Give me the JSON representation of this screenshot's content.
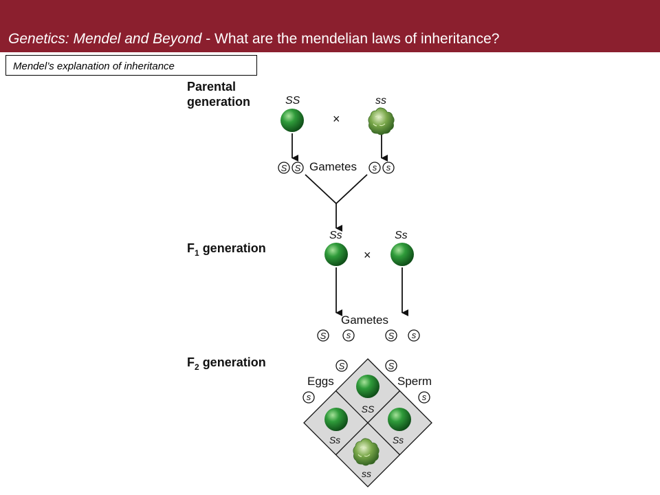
{
  "header": {
    "title_italic": "Genetics: Mendel and Beyond",
    "separator": " - ",
    "title_plain": "What are the mendelian laws of inheritance?"
  },
  "subtitle": "Mendel’s explanation of inheritance",
  "colors": {
    "header_bg": "#8b1f2e",
    "seed_green": "#1f8a2c",
    "wrinkled_green": "#5f8f3a",
    "punnett_fill": "#d9d9d9"
  },
  "diagram": {
    "parental_label_1": "Parental",
    "parental_label_2": "generation",
    "parent_left_genotype": "SS",
    "parent_right_genotype": "ss",
    "cross_symbol": "×",
    "gametes_label": "Gametes",
    "allele_S": "S",
    "allele_s": "s",
    "f1_label_main": "F",
    "f1_label_sub": "1",
    "f1_label_rest": " generation",
    "f1_left_genotype": "Ss",
    "f1_right_genotype": "Ss",
    "f2_label_main": "F",
    "f2_label_sub": "2",
    "f2_label_rest": " generation",
    "eggs_label": "Eggs",
    "sperm_label": "Sperm",
    "punnett_top": "SS",
    "punnett_left": "Ss",
    "punnett_right": "Ss",
    "punnett_bottom": "ss"
  }
}
